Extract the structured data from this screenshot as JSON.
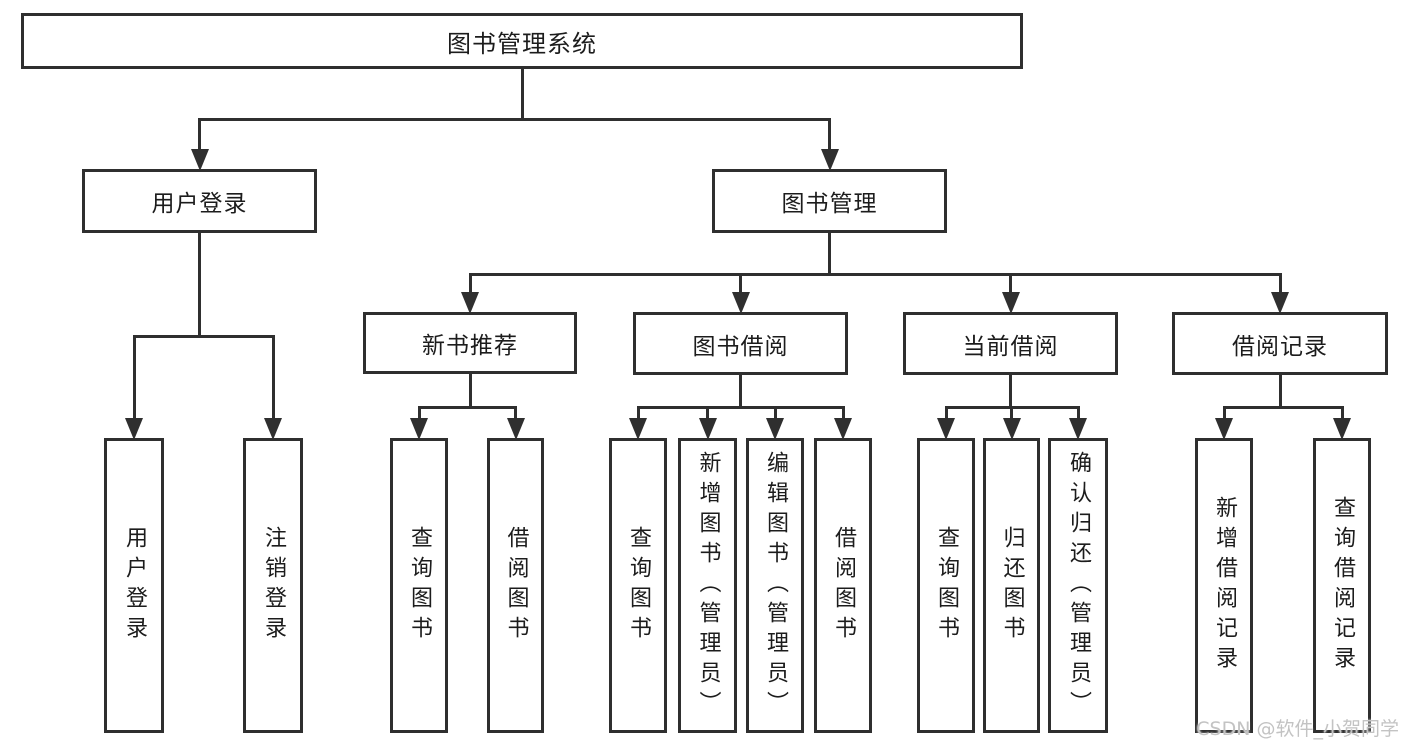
{
  "diagram": {
    "title": "图书管理系统",
    "nodes": [
      {
        "id": "root",
        "label": "图书管理系统",
        "vertical": false
      },
      {
        "id": "login",
        "label": "用户登录",
        "vertical": false
      },
      {
        "id": "mgmt",
        "label": "图书管理",
        "vertical": false
      },
      {
        "id": "rec",
        "label": "新书推荐",
        "vertical": false
      },
      {
        "id": "borrow",
        "label": "图书借阅",
        "vertical": false
      },
      {
        "id": "current",
        "label": "当前借阅",
        "vertical": false
      },
      {
        "id": "record",
        "label": "借阅记录",
        "vertical": false
      },
      {
        "id": "user-login",
        "label": "用户登录",
        "vertical": true
      },
      {
        "id": "logout",
        "label": "注销登录",
        "vertical": true
      },
      {
        "id": "rec-query-book",
        "label": "查询图书",
        "vertical": true
      },
      {
        "id": "rec-borrow-book",
        "label": "借阅图书",
        "vertical": true
      },
      {
        "id": "bor-query-book",
        "label": "查询图书",
        "vertical": true
      },
      {
        "id": "bor-add-book",
        "label": "新增图书（管理员）",
        "vertical": true
      },
      {
        "id": "bor-edit-book",
        "label": "编辑图书（管理员）",
        "vertical": true
      },
      {
        "id": "bor-borrow-book",
        "label": "借阅图书",
        "vertical": true
      },
      {
        "id": "cur-query-book",
        "label": "查询图书",
        "vertical": true
      },
      {
        "id": "cur-return-book",
        "label": "归还图书",
        "vertical": true
      },
      {
        "id": "cur-confirm-return",
        "label": "确认归还（管理员）",
        "vertical": true
      },
      {
        "id": "log-add-record",
        "label": "新增借阅记录",
        "vertical": true
      },
      {
        "id": "log-query-record",
        "label": "查询借阅记录",
        "vertical": true
      }
    ],
    "edges": [
      {
        "from": "root",
        "to": [
          "login",
          "mgmt"
        ]
      },
      {
        "from": "login",
        "to": [
          "user-login",
          "logout"
        ]
      },
      {
        "from": "mgmt",
        "to": [
          "rec",
          "borrow",
          "current",
          "record"
        ]
      },
      {
        "from": "rec",
        "to": [
          "rec-query-book",
          "rec-borrow-book"
        ]
      },
      {
        "from": "borrow",
        "to": [
          "bor-query-book",
          "bor-add-book",
          "bor-edit-book",
          "bor-borrow-book"
        ]
      },
      {
        "from": "current",
        "to": [
          "cur-query-book",
          "cur-return-book",
          "cur-confirm-return"
        ]
      },
      {
        "from": "record",
        "to": [
          "log-add-record",
          "log-query-record"
        ]
      }
    ]
  },
  "watermark": {
    "text": "CSDN @软件_小贺同学",
    "color": "#c3c3c3"
  },
  "colors": {
    "line": "#2f2f2f",
    "text": "#1c1c1c",
    "background": "#ffffff"
  }
}
